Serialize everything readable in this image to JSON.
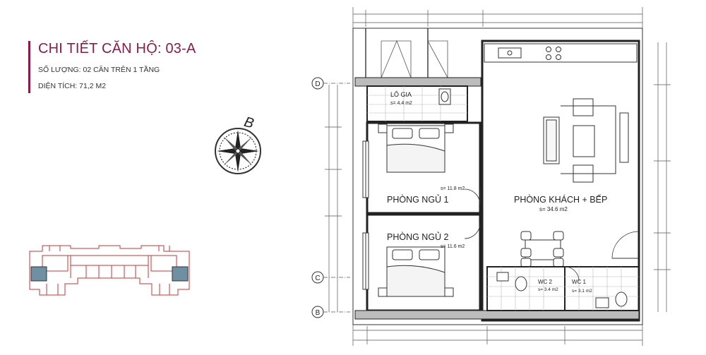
{
  "apartment": {
    "title": "CHI TIẾT CĂN HỘ: 03-A",
    "quantity": "SỐ LƯỢNG: 02 CĂN TRÊN 1 TẦNG",
    "area": "DIỆN TÍCH: 71,2 M2"
  },
  "compass": {
    "north_label": "B"
  },
  "axes": {
    "d": "D",
    "c": "C",
    "b": "B"
  },
  "rooms": {
    "loggia": {
      "name": "LÔ GIA",
      "area": "s= 4.4 m2"
    },
    "bedroom1": {
      "name": "PHÒNG NGỦ 1",
      "area": "s= 11.8 m2"
    },
    "bedroom2": {
      "name": "PHÒNG NGỦ 2",
      "area": "s= 11.6 m2"
    },
    "living": {
      "name": "PHÒNG KHÁCH + BẾP",
      "area": "s= 34.6 m2"
    },
    "wc2": {
      "name": "WC 2",
      "area": "s= 3.4 m2"
    },
    "wc1": {
      "name": "WC 1",
      "area": "s= 3.1 m2"
    }
  },
  "colors": {
    "accent": "#8a1c4a",
    "highlight_unit": "#6f8fa3"
  }
}
